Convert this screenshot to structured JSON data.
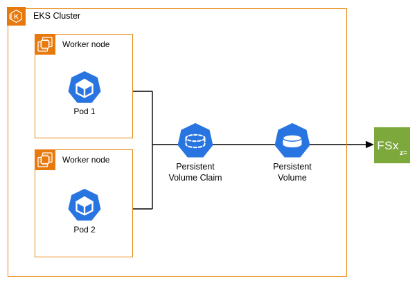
{
  "diagram": {
    "cluster_label": "EKS Cluster",
    "worker_nodes": [
      {
        "label": "Worker node",
        "pod_label": "Pod 1"
      },
      {
        "label": "Worker node",
        "pod_label": "Pod 2"
      }
    ],
    "pvc_label_line1": "Persistent",
    "pvc_label_line2": "Volume Claim",
    "pv_label_line1": "Persistent",
    "pv_label_line2": "Volume",
    "fsx": {
      "text": "FSx",
      "subscript": "z="
    },
    "colors": {
      "container_border_orange": "#E8860D",
      "icon_orange": "#E8790D",
      "kubernetes_blue": "#2875E2",
      "fsx_green": "#7CA83C",
      "connector_black": "#000000",
      "text_black": "#000000",
      "background_white": "#FFFFFF"
    }
  }
}
